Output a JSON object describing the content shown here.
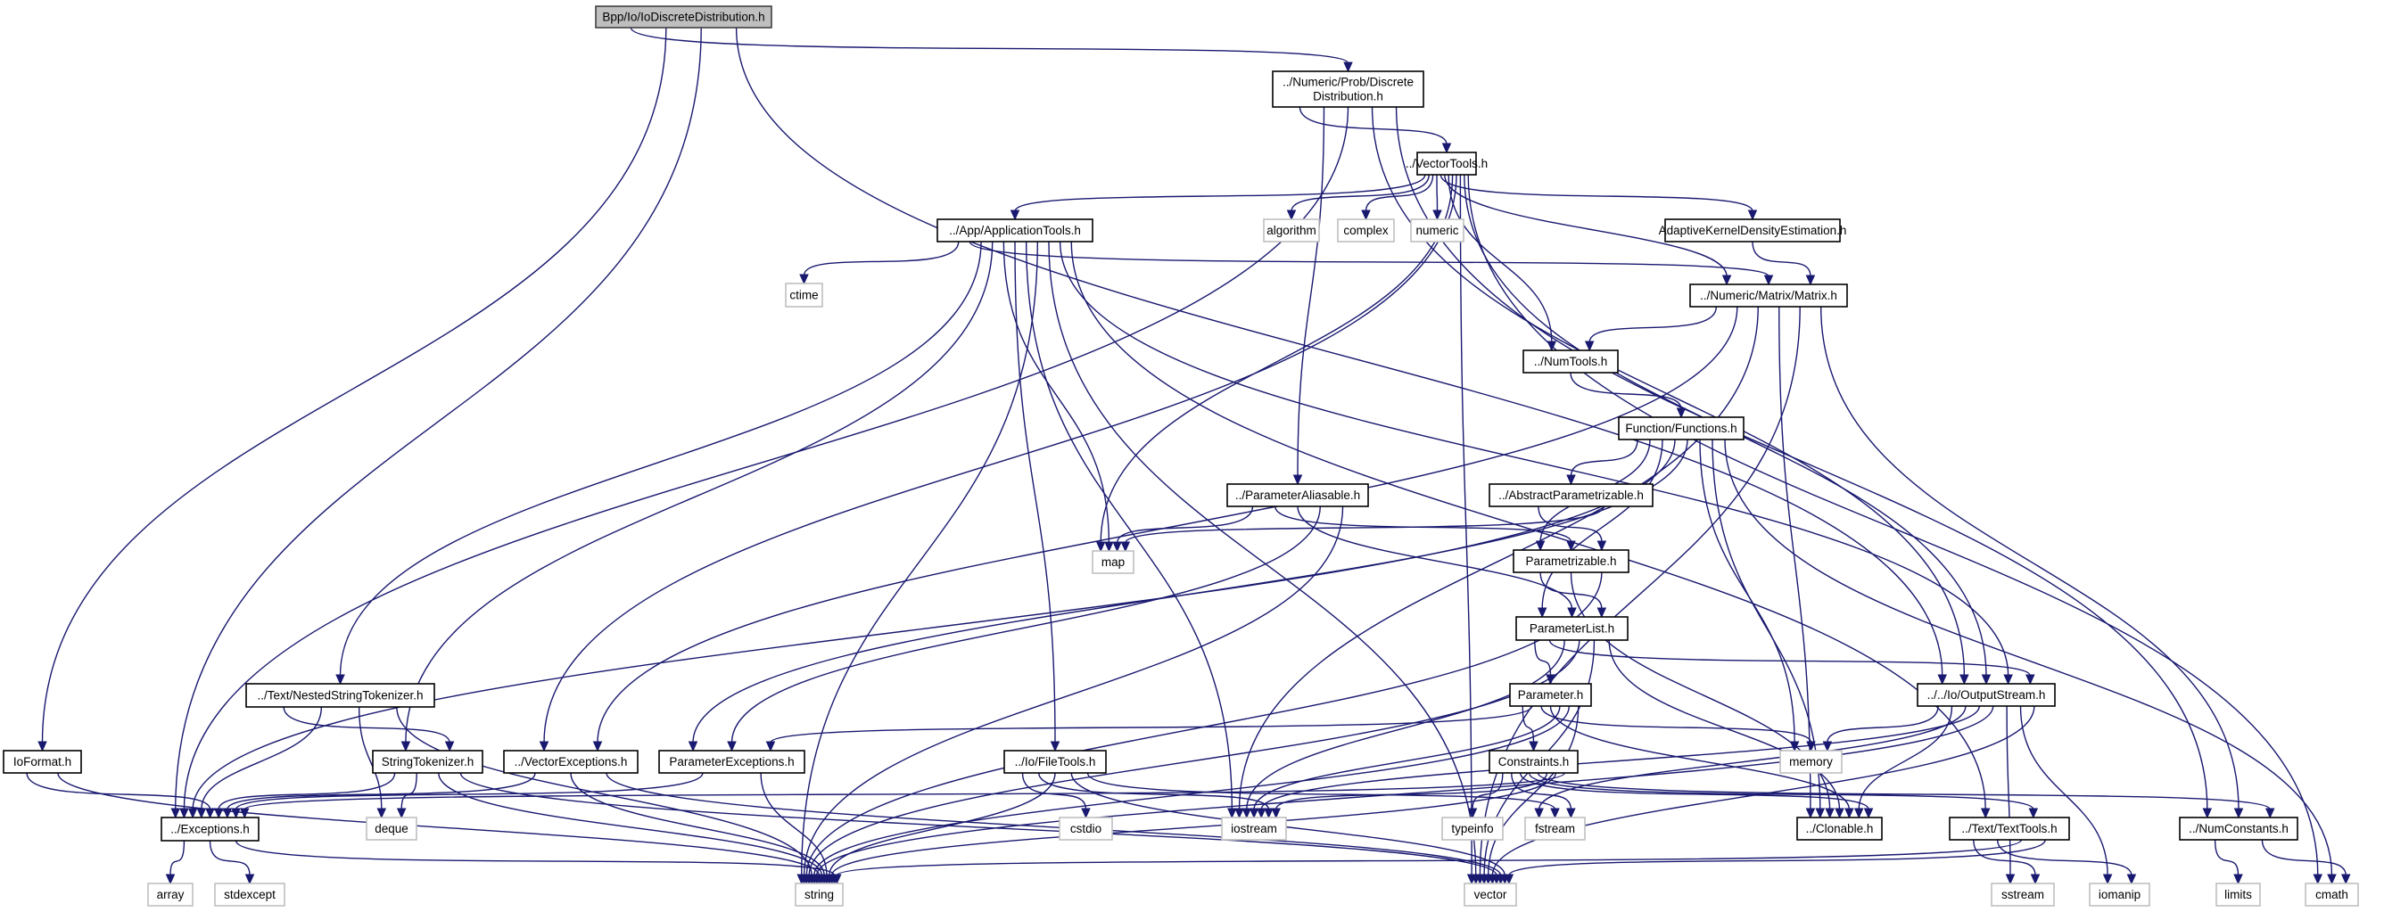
{
  "diagram": {
    "type": "include-dependency-graph",
    "colors": {
      "edge": "#191970",
      "root_fill": "#bfbfbf",
      "local_border": "#000000",
      "system_border": "#bfbfbf"
    },
    "nodes": [
      {
        "id": "root",
        "label": "Bpp/Io/IoDiscreteDistribution.h",
        "kind": "root"
      },
      {
        "id": "discdist",
        "label": [
          "../Numeric/Prob/Discrete",
          "Distribution.h"
        ],
        "kind": "local"
      },
      {
        "id": "vectortools",
        "label": "../VectorTools.h",
        "kind": "local"
      },
      {
        "id": "apptools",
        "label": "../App/ApplicationTools.h",
        "kind": "local"
      },
      {
        "id": "algorithm",
        "label": "algorithm",
        "kind": "system"
      },
      {
        "id": "complex",
        "label": "complex",
        "kind": "system"
      },
      {
        "id": "numeric",
        "label": "numeric",
        "kind": "system"
      },
      {
        "id": "akde",
        "label": "AdaptiveKernelDensityEstimation.h",
        "kind": "local"
      },
      {
        "id": "ctime",
        "label": "ctime",
        "kind": "system"
      },
      {
        "id": "matrix",
        "label": "../Numeric/Matrix/Matrix.h",
        "kind": "local"
      },
      {
        "id": "numtools",
        "label": "../NumTools.h",
        "kind": "local"
      },
      {
        "id": "functions",
        "label": "Function/Functions.h",
        "kind": "local"
      },
      {
        "id": "paramaliasable",
        "label": "../ParameterAliasable.h",
        "kind": "local"
      },
      {
        "id": "absparam",
        "label": "../AbstractParametrizable.h",
        "kind": "local"
      },
      {
        "id": "map",
        "label": "map",
        "kind": "system"
      },
      {
        "id": "parametrizable",
        "label": "Parametrizable.h",
        "kind": "local"
      },
      {
        "id": "paramlist",
        "label": "ParameterList.h",
        "kind": "local"
      },
      {
        "id": "nestedtok",
        "label": "../Text/NestedStringTokenizer.h",
        "kind": "local"
      },
      {
        "id": "parameter",
        "label": "Parameter.h",
        "kind": "local"
      },
      {
        "id": "outputstream",
        "label": "../../Io/OutputStream.h",
        "kind": "local"
      },
      {
        "id": "ioformat",
        "label": "IoFormat.h",
        "kind": "local"
      },
      {
        "id": "stringtok",
        "label": "StringTokenizer.h",
        "kind": "local"
      },
      {
        "id": "vecexc",
        "label": "../VectorExceptions.h",
        "kind": "local"
      },
      {
        "id": "paramexc",
        "label": "ParameterExceptions.h",
        "kind": "local"
      },
      {
        "id": "filetools",
        "label": "../Io/FileTools.h",
        "kind": "local"
      },
      {
        "id": "constraints",
        "label": "Constraints.h",
        "kind": "local"
      },
      {
        "id": "memory",
        "label": "memory",
        "kind": "system"
      },
      {
        "id": "exceptions",
        "label": "../Exceptions.h",
        "kind": "local"
      },
      {
        "id": "deque",
        "label": "deque",
        "kind": "system"
      },
      {
        "id": "cstdio",
        "label": "cstdio",
        "kind": "system"
      },
      {
        "id": "iostream",
        "label": "iostream",
        "kind": "system"
      },
      {
        "id": "typeinfo",
        "label": "typeinfo",
        "kind": "system"
      },
      {
        "id": "fstream",
        "label": "fstream",
        "kind": "system"
      },
      {
        "id": "clonable",
        "label": "../Clonable.h",
        "kind": "local"
      },
      {
        "id": "texttools",
        "label": "../Text/TextTools.h",
        "kind": "local"
      },
      {
        "id": "numconstants",
        "label": "../NumConstants.h",
        "kind": "local"
      },
      {
        "id": "array",
        "label": "array",
        "kind": "system"
      },
      {
        "id": "stdexcept",
        "label": "stdexcept",
        "kind": "system"
      },
      {
        "id": "string",
        "label": "string",
        "kind": "system"
      },
      {
        "id": "vector",
        "label": "vector",
        "kind": "system"
      },
      {
        "id": "sstream",
        "label": "sstream",
        "kind": "system"
      },
      {
        "id": "iomanip",
        "label": "iomanip",
        "kind": "system"
      },
      {
        "id": "limits",
        "label": "limits",
        "kind": "system"
      },
      {
        "id": "cmath",
        "label": "cmath",
        "kind": "system"
      }
    ],
    "edges": [
      [
        "root",
        "discdist"
      ],
      [
        "root",
        "ioformat"
      ],
      [
        "root",
        "exceptions"
      ],
      [
        "root",
        "outputstream"
      ],
      [
        "discdist",
        "vectortools"
      ],
      [
        "discdist",
        "paramaliasable"
      ],
      [
        "discdist",
        "exceptions"
      ],
      [
        "discdist",
        "outputstream"
      ],
      [
        "discdist",
        "numconstants"
      ],
      [
        "vectortools",
        "apptools"
      ],
      [
        "vectortools",
        "algorithm"
      ],
      [
        "vectortools",
        "complex"
      ],
      [
        "vectortools",
        "numeric"
      ],
      [
        "vectortools",
        "akde"
      ],
      [
        "vectortools",
        "matrix"
      ],
      [
        "vectortools",
        "numtools"
      ],
      [
        "vectortools",
        "map"
      ],
      [
        "vectortools",
        "vecexc"
      ],
      [
        "vectortools",
        "vector"
      ],
      [
        "vectortools",
        "outputstream"
      ],
      [
        "vectortools",
        "cmath"
      ],
      [
        "apptools",
        "ctime"
      ],
      [
        "apptools",
        "matrix"
      ],
      [
        "apptools",
        "nestedtok"
      ],
      [
        "apptools",
        "stringtok"
      ],
      [
        "apptools",
        "map"
      ],
      [
        "apptools",
        "filetools"
      ],
      [
        "apptools",
        "iostream"
      ],
      [
        "apptools",
        "string"
      ],
      [
        "apptools",
        "vector"
      ],
      [
        "apptools",
        "outputstream"
      ],
      [
        "apptools",
        "texttools"
      ],
      [
        "akde",
        "matrix"
      ],
      [
        "matrix",
        "numtools"
      ],
      [
        "matrix",
        "vecexc"
      ],
      [
        "matrix",
        "iostream"
      ],
      [
        "matrix",
        "clonable"
      ],
      [
        "matrix",
        "vector"
      ],
      [
        "matrix",
        "numconstants"
      ],
      [
        "numtools",
        "functions"
      ],
      [
        "functions",
        "absparam"
      ],
      [
        "functions",
        "parametrizable"
      ],
      [
        "functions",
        "paramlist"
      ],
      [
        "functions",
        "exceptions"
      ],
      [
        "functions",
        "paramexc"
      ],
      [
        "functions",
        "memory"
      ],
      [
        "functions",
        "clonable"
      ],
      [
        "functions",
        "cmath"
      ],
      [
        "paramaliasable",
        "map"
      ],
      [
        "paramaliasable",
        "parametrizable"
      ],
      [
        "paramaliasable",
        "paramlist"
      ],
      [
        "paramaliasable",
        "paramexc"
      ],
      [
        "paramaliasable",
        "string"
      ],
      [
        "absparam",
        "parametrizable"
      ],
      [
        "absparam",
        "map"
      ],
      [
        "parametrizable",
        "paramlist"
      ],
      [
        "parametrizable",
        "clonable"
      ],
      [
        "parametrizable",
        "string"
      ],
      [
        "paramlist",
        "parameter"
      ],
      [
        "paramlist",
        "outputstream"
      ],
      [
        "paramlist",
        "iostream"
      ],
      [
        "paramlist",
        "string"
      ],
      [
        "paramlist",
        "vector"
      ],
      [
        "paramlist",
        "clonable"
      ],
      [
        "nestedtok",
        "stringtok"
      ],
      [
        "nestedtok",
        "exceptions"
      ],
      [
        "nestedtok",
        "deque"
      ],
      [
        "nestedtok",
        "string"
      ],
      [
        "parameter",
        "constraints"
      ],
      [
        "parameter",
        "paramexc"
      ],
      [
        "parameter",
        "memory"
      ],
      [
        "parameter",
        "clonable"
      ],
      [
        "parameter",
        "iostream"
      ],
      [
        "parameter",
        "string"
      ],
      [
        "parameter",
        "vector"
      ],
      [
        "outputstream",
        "memory"
      ],
      [
        "outputstream",
        "clonable"
      ],
      [
        "outputstream",
        "fstream"
      ],
      [
        "outputstream",
        "iostream"
      ],
      [
        "outputstream",
        "string"
      ],
      [
        "outputstream",
        "sstream"
      ],
      [
        "outputstream",
        "iomanip"
      ],
      [
        "outputstream",
        "vector"
      ],
      [
        "ioformat",
        "exceptions"
      ],
      [
        "ioformat",
        "string"
      ],
      [
        "stringtok",
        "exceptions"
      ],
      [
        "stringtok",
        "deque"
      ],
      [
        "stringtok",
        "string"
      ],
      [
        "stringtok",
        "vector"
      ],
      [
        "vecexc",
        "exceptions"
      ],
      [
        "vecexc",
        "string"
      ],
      [
        "vecexc",
        "vector"
      ],
      [
        "paramexc",
        "exceptions"
      ],
      [
        "paramexc",
        "string"
      ],
      [
        "filetools",
        "cstdio"
      ],
      [
        "filetools",
        "iostream"
      ],
      [
        "filetools",
        "string"
      ],
      [
        "filetools",
        "vector"
      ],
      [
        "filetools",
        "fstream"
      ],
      [
        "constraints",
        "typeinfo"
      ],
      [
        "constraints",
        "fstream"
      ],
      [
        "constraints",
        "clonable"
      ],
      [
        "constraints",
        "texttools"
      ],
      [
        "constraints",
        "numconstants"
      ],
      [
        "constraints",
        "iostream"
      ],
      [
        "constraints",
        "string"
      ],
      [
        "constraints",
        "exceptions"
      ],
      [
        "exceptions",
        "array"
      ],
      [
        "exceptions",
        "stdexcept"
      ],
      [
        "exceptions",
        "string"
      ],
      [
        "texttools",
        "sstream"
      ],
      [
        "texttools",
        "iomanip"
      ],
      [
        "texttools",
        "string"
      ],
      [
        "texttools",
        "vector"
      ],
      [
        "numconstants",
        "limits"
      ],
      [
        "numconstants",
        "cmath"
      ]
    ]
  }
}
